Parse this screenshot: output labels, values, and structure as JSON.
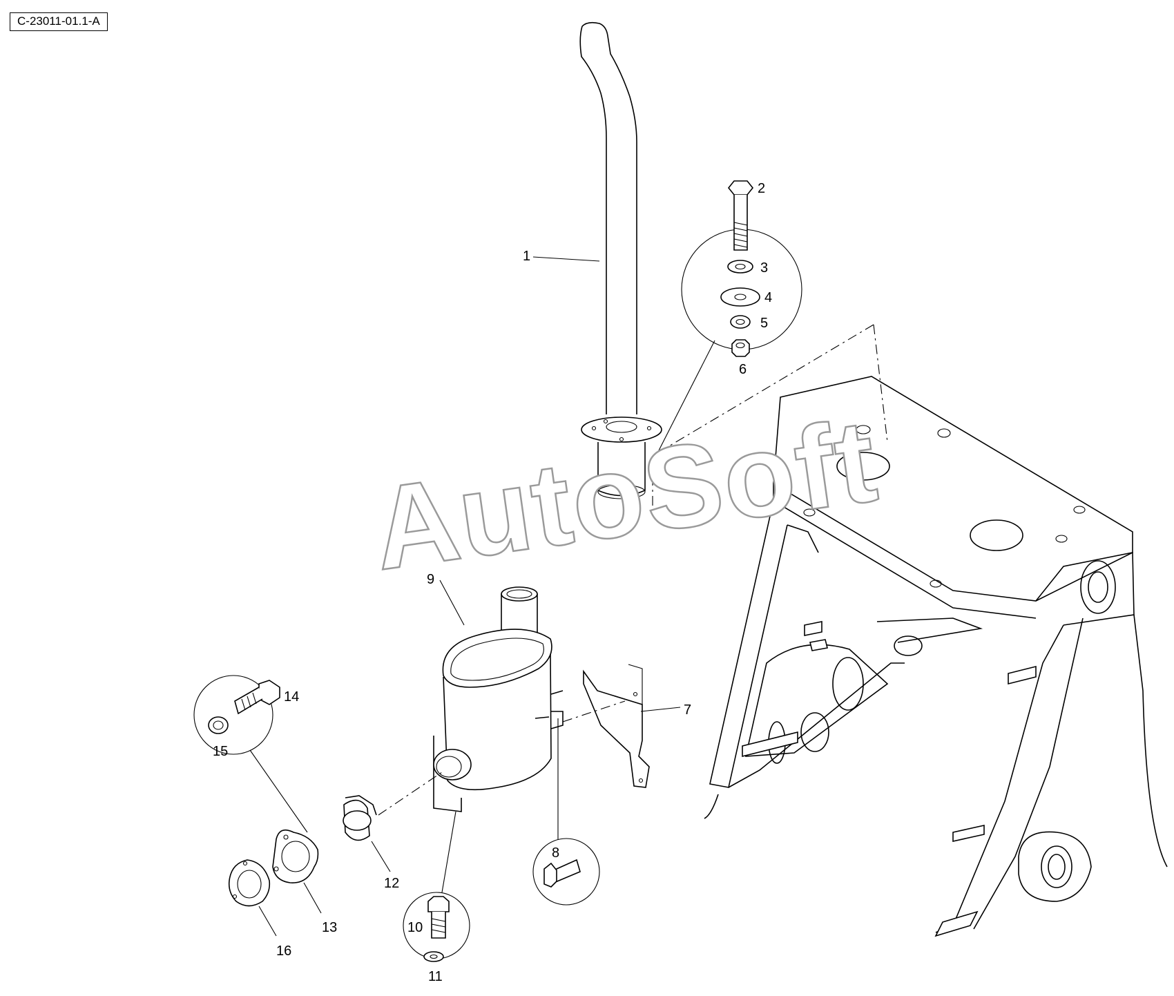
{
  "drawing": {
    "reference_code": "C-23011-01.1-A",
    "watermark": "AutoSoft"
  },
  "callouts": [
    {
      "id": "c1",
      "label": "1"
    },
    {
      "id": "c2",
      "label": "2"
    },
    {
      "id": "c3",
      "label": "3"
    },
    {
      "id": "c4",
      "label": "4"
    },
    {
      "id": "c5",
      "label": "5"
    },
    {
      "id": "c6",
      "label": "6"
    },
    {
      "id": "c7",
      "label": "7"
    },
    {
      "id": "c8",
      "label": "8"
    },
    {
      "id": "c9",
      "label": "9"
    },
    {
      "id": "c10",
      "label": "10"
    },
    {
      "id": "c11",
      "label": "11"
    },
    {
      "id": "c12",
      "label": "12"
    },
    {
      "id": "c13",
      "label": "13"
    },
    {
      "id": "c14",
      "label": "14"
    },
    {
      "id": "c15",
      "label": "15"
    },
    {
      "id": "c16",
      "label": "16"
    }
  ],
  "colors": {
    "line": "#000000",
    "background": "#ffffff",
    "watermark_outline": "#9a9a9a"
  }
}
